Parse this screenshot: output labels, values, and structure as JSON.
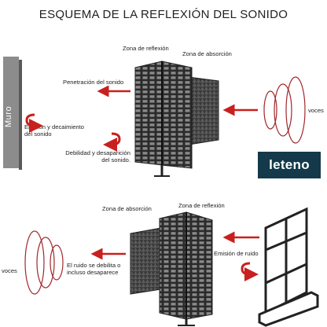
{
  "title": "ESQUEMA DE LA REFLEXIÓN DEL SONIDO",
  "top": {
    "wall_label": "Muro",
    "label_reflection_zone": "Zona de reflexión",
    "label_absorption_zone": "Zona de absorción",
    "label_sound_penetration": "Penetración del sonido",
    "label_emission_decay": [
      "Emisión y decaimiento",
      "del sonido"
    ],
    "label_weakening": [
      "Debilidad y desaparición",
      "del sonido."
    ],
    "label_voices": "voces"
  },
  "bottom": {
    "label_absorption_zone": "Zona de absorción",
    "label_reflection_zone": "Zona de reflexión",
    "label_noise_emission": "Emisión de ruido",
    "label_noise_weakens": [
      "El ruido se debilita o",
      "incluso desaparece"
    ],
    "label_voices": "voces"
  },
  "logo": {
    "text_main": "leten",
    "text_accent": "o"
  },
  "colors": {
    "arrow_red": "#c8201e",
    "panel_dark": "#2b2b2b",
    "wall_gray": "#8c8c8c",
    "logo_bg": "#13394a",
    "ring": "#a0282c"
  }
}
